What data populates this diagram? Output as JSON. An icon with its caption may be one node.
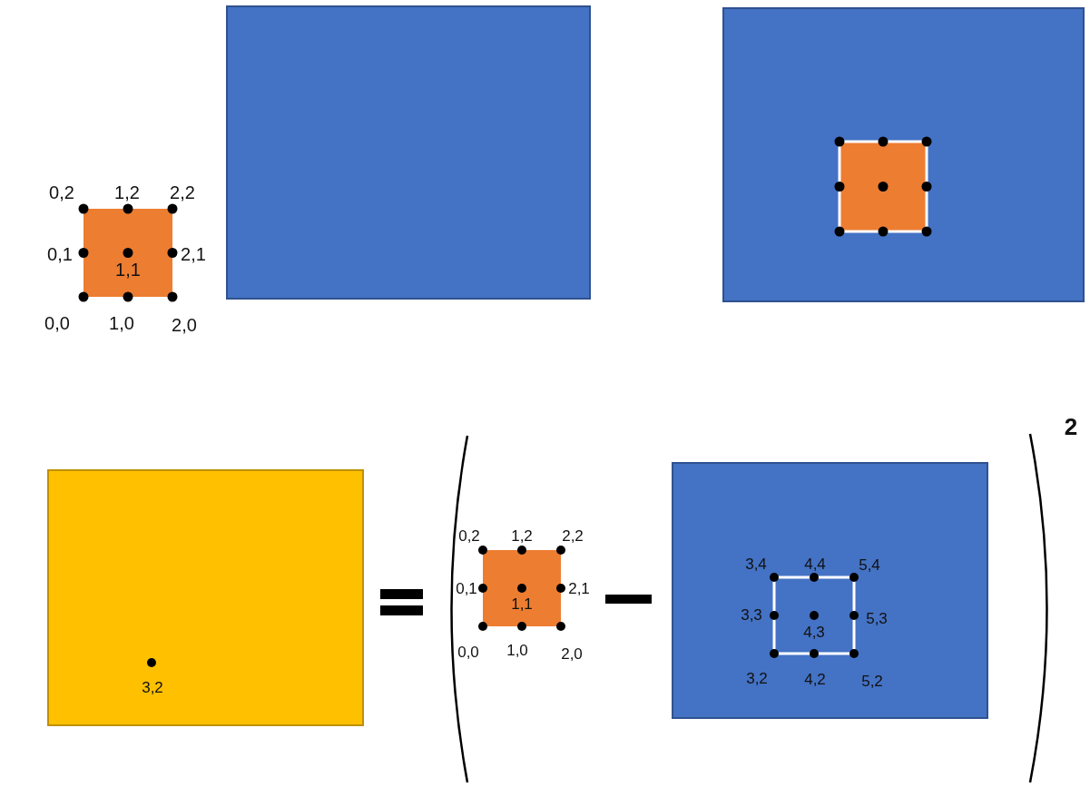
{
  "diagram": {
    "labels": [
      "0,2",
      "1,2",
      "2,2",
      "0,1",
      "2,1",
      "1,1",
      "0,0",
      "1,0",
      "2,0",
      "2",
      "0,2",
      "1,2",
      "2,2",
      "0,1",
      "2,1",
      "1,1",
      "0,0",
      "1,0",
      "2,0",
      "3,4",
      "4,4",
      "5,4",
      "3,3",
      "5,3",
      "4,3",
      "3,2",
      "4,2",
      "5,2",
      "3,2"
    ]
  }
}
